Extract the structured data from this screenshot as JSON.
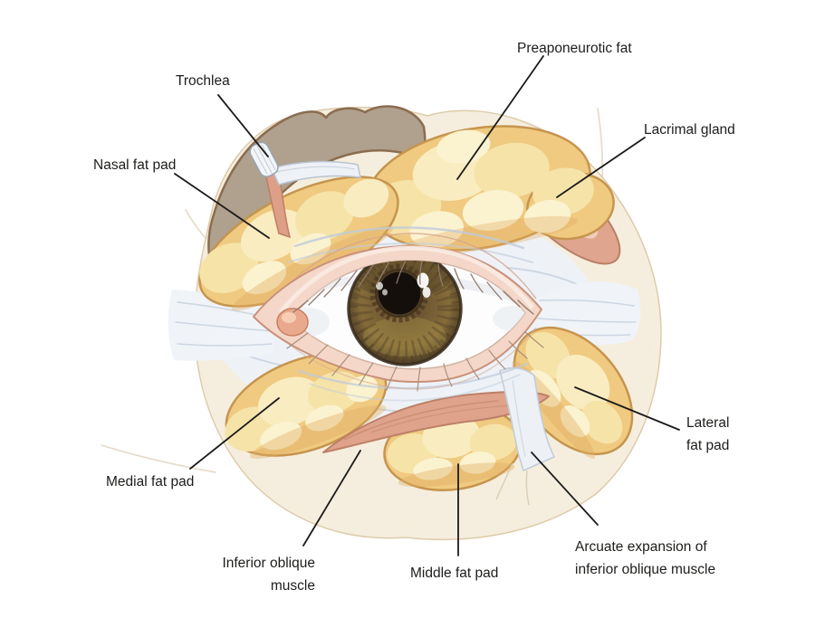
{
  "figure": {
    "type": "anatomical-diagram",
    "subject": "Periorbital fat pads and related structures of the eye (frontal view)"
  },
  "labels": {
    "trochlea": "Trochlea",
    "preaponeurotic_fat": "Preaponeurotic fat",
    "lacrimal_gland": "Lacrimal gland",
    "nasal_fat_pad": "Nasal fat pad",
    "medial_fat_pad": "Medial fat pad",
    "inferior_oblique_line1": "Inferior oblique",
    "inferior_oblique_line2": "muscle",
    "middle_fat_pad": "Middle fat pad",
    "arcuate_line1": "Arcuate expansion of",
    "arcuate_line2": "inferior oblique muscle",
    "lateral_line1": "Lateral",
    "lateral_line2": "fat pad"
  },
  "palette": {
    "fat_yellow": "#efca80",
    "fat_highlight": "#f8e9b8",
    "fat_outline": "#c6944e",
    "muscle_pink": "#dfa28b",
    "gland_pink": "#dfa58e",
    "fascia_white": "#eef2f7",
    "fascia_shadow": "#c4cfdd",
    "lid_pink": "#f4d7c8",
    "iris_brown": "#7c6536",
    "pupil_black": "#150f0b",
    "taupe_patch": "#b0a08e",
    "cream_rim": "#f5eedd",
    "label_text": "#1d1d1b",
    "leader_line": "#1b1b1b"
  }
}
